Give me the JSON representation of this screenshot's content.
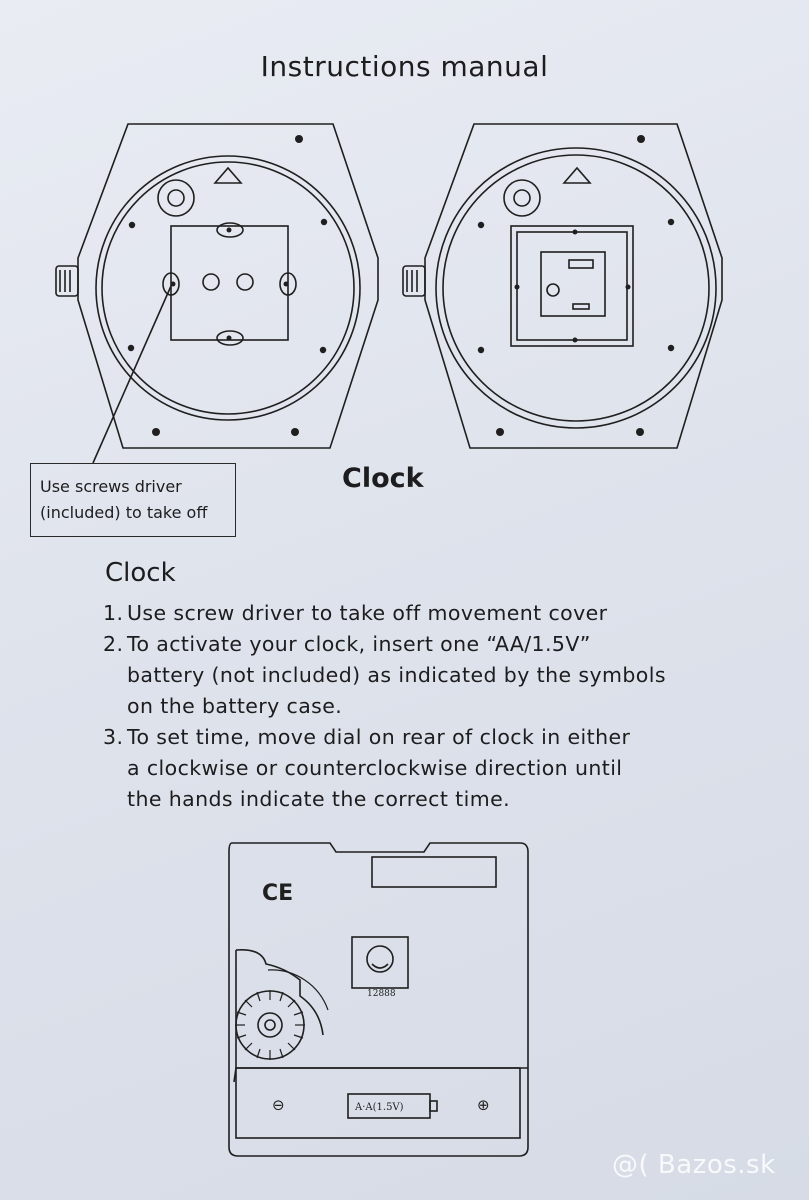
{
  "page": {
    "title": "Instructions manual",
    "callout": {
      "line1": "Use screws driver",
      "line2": "(included) to take off"
    },
    "figure_label": "Clock",
    "section_heading": "Clock",
    "steps": [
      {
        "num": "1.",
        "lines": [
          "Use screw driver to take off movement cover"
        ]
      },
      {
        "num": "2.",
        "lines": [
          "To activate your clock, insert one “AA/1.5V”",
          "battery (not included) as indicated by the symbols",
          "on the battery case."
        ]
      },
      {
        "num": "3.",
        "lines": [
          "To set time, move dial on rear of clock in either",
          "a clockwise or counterclockwise direction until",
          "the hands indicate the correct time."
        ]
      }
    ],
    "movement": {
      "ce_mark": "CE",
      "code": "12888",
      "battery_label": "A·A(1.5V)",
      "minus": "⊖",
      "plus": "⊕"
    },
    "watermark": "@( Bazos.sk"
  },
  "colors": {
    "ink": "#1d1d1f",
    "paper": "#e3e7ef"
  }
}
